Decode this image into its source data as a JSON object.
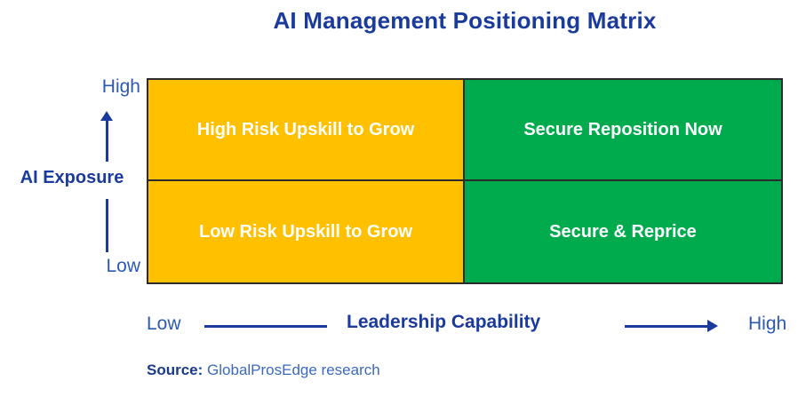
{
  "title": "AI Management Positioning Matrix",
  "colors": {
    "navy_text": "#1a3a9c",
    "axis_endpoint_blue": "#2c59b5",
    "quadrant_yellow": "#FFC000",
    "quadrant_green": "#00AB4E",
    "quadrant_text": "#FFFFFF",
    "grid_border": "#2b2b2b",
    "source_text_blue": "#3c68c0"
  },
  "y_axis": {
    "label": "AI Exposure",
    "high": "High",
    "low": "Low"
  },
  "x_axis": {
    "label": "Leadership Capability",
    "low": "Low",
    "high": "High"
  },
  "quadrants": [
    {
      "position": "top-left",
      "label": "High Risk Upskill to Grow",
      "color": "#FFC000"
    },
    {
      "position": "top-right",
      "label": "Secure Reposition Now",
      "color": "#00AB4E"
    },
    {
      "position": "bottom-left",
      "label": "Low Risk Upskill to Grow",
      "color": "#FFC000"
    },
    {
      "position": "bottom-right",
      "label": "Secure & Reprice",
      "color": "#00AB4E"
    }
  ],
  "source": {
    "label": "Source:",
    "text": "GlobalProsEdge research"
  }
}
